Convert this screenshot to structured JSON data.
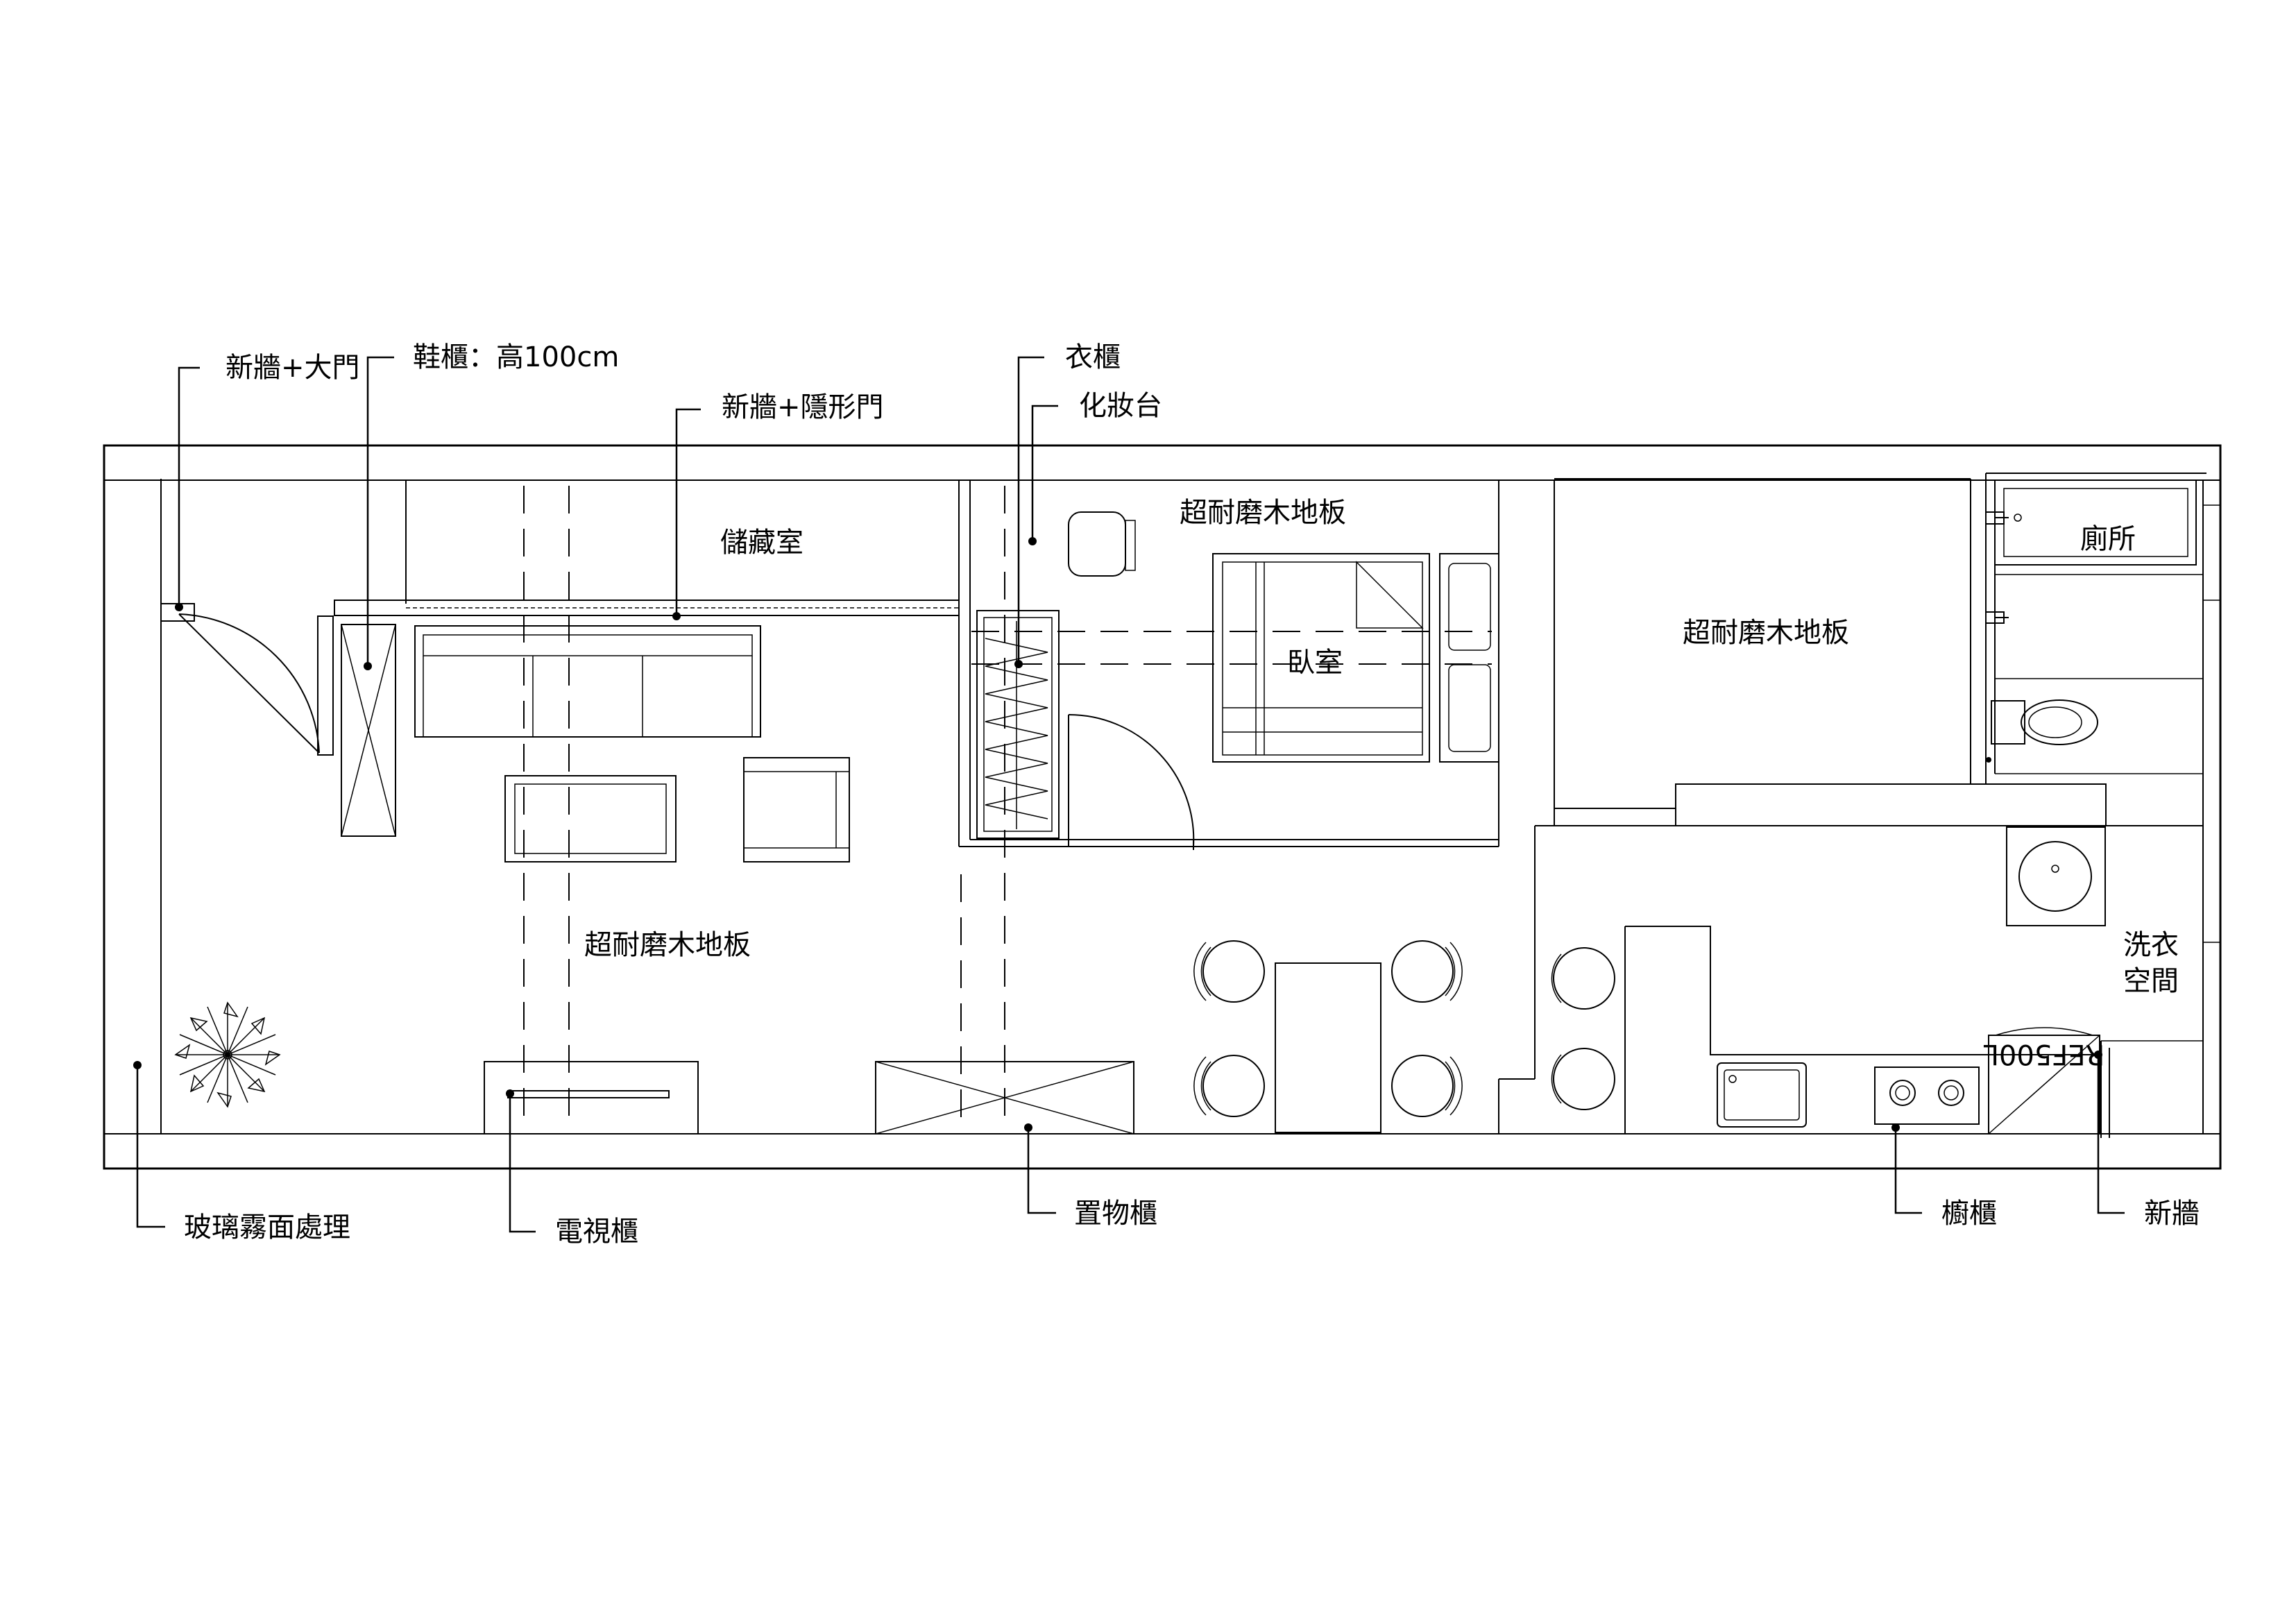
{
  "labels": {
    "new_wall_main_door": "新牆+大門",
    "shoe_cabinet": "鞋櫃：高100cm",
    "new_wall_hidden_door": "新牆+隱形門",
    "wardrobe": "衣櫃",
    "vanity": "化妝台",
    "storage_room": "儲藏室",
    "floor_bedroom": "超耐磨木地板",
    "bedroom": "臥室",
    "floor_middle": "超耐磨木地板",
    "toilet": "廁所",
    "floor_living": "超耐磨木地板",
    "laundry_line1": "洗衣",
    "laundry_line2": "空間",
    "frosted_glass": "玻璃霧面處理",
    "tv_cabinet": "電視櫃",
    "storage_cabinet": "置物櫃",
    "kitchen_cabinet": "櫥櫃",
    "new_wall": "新牆",
    "fridge": "REF500L"
  }
}
